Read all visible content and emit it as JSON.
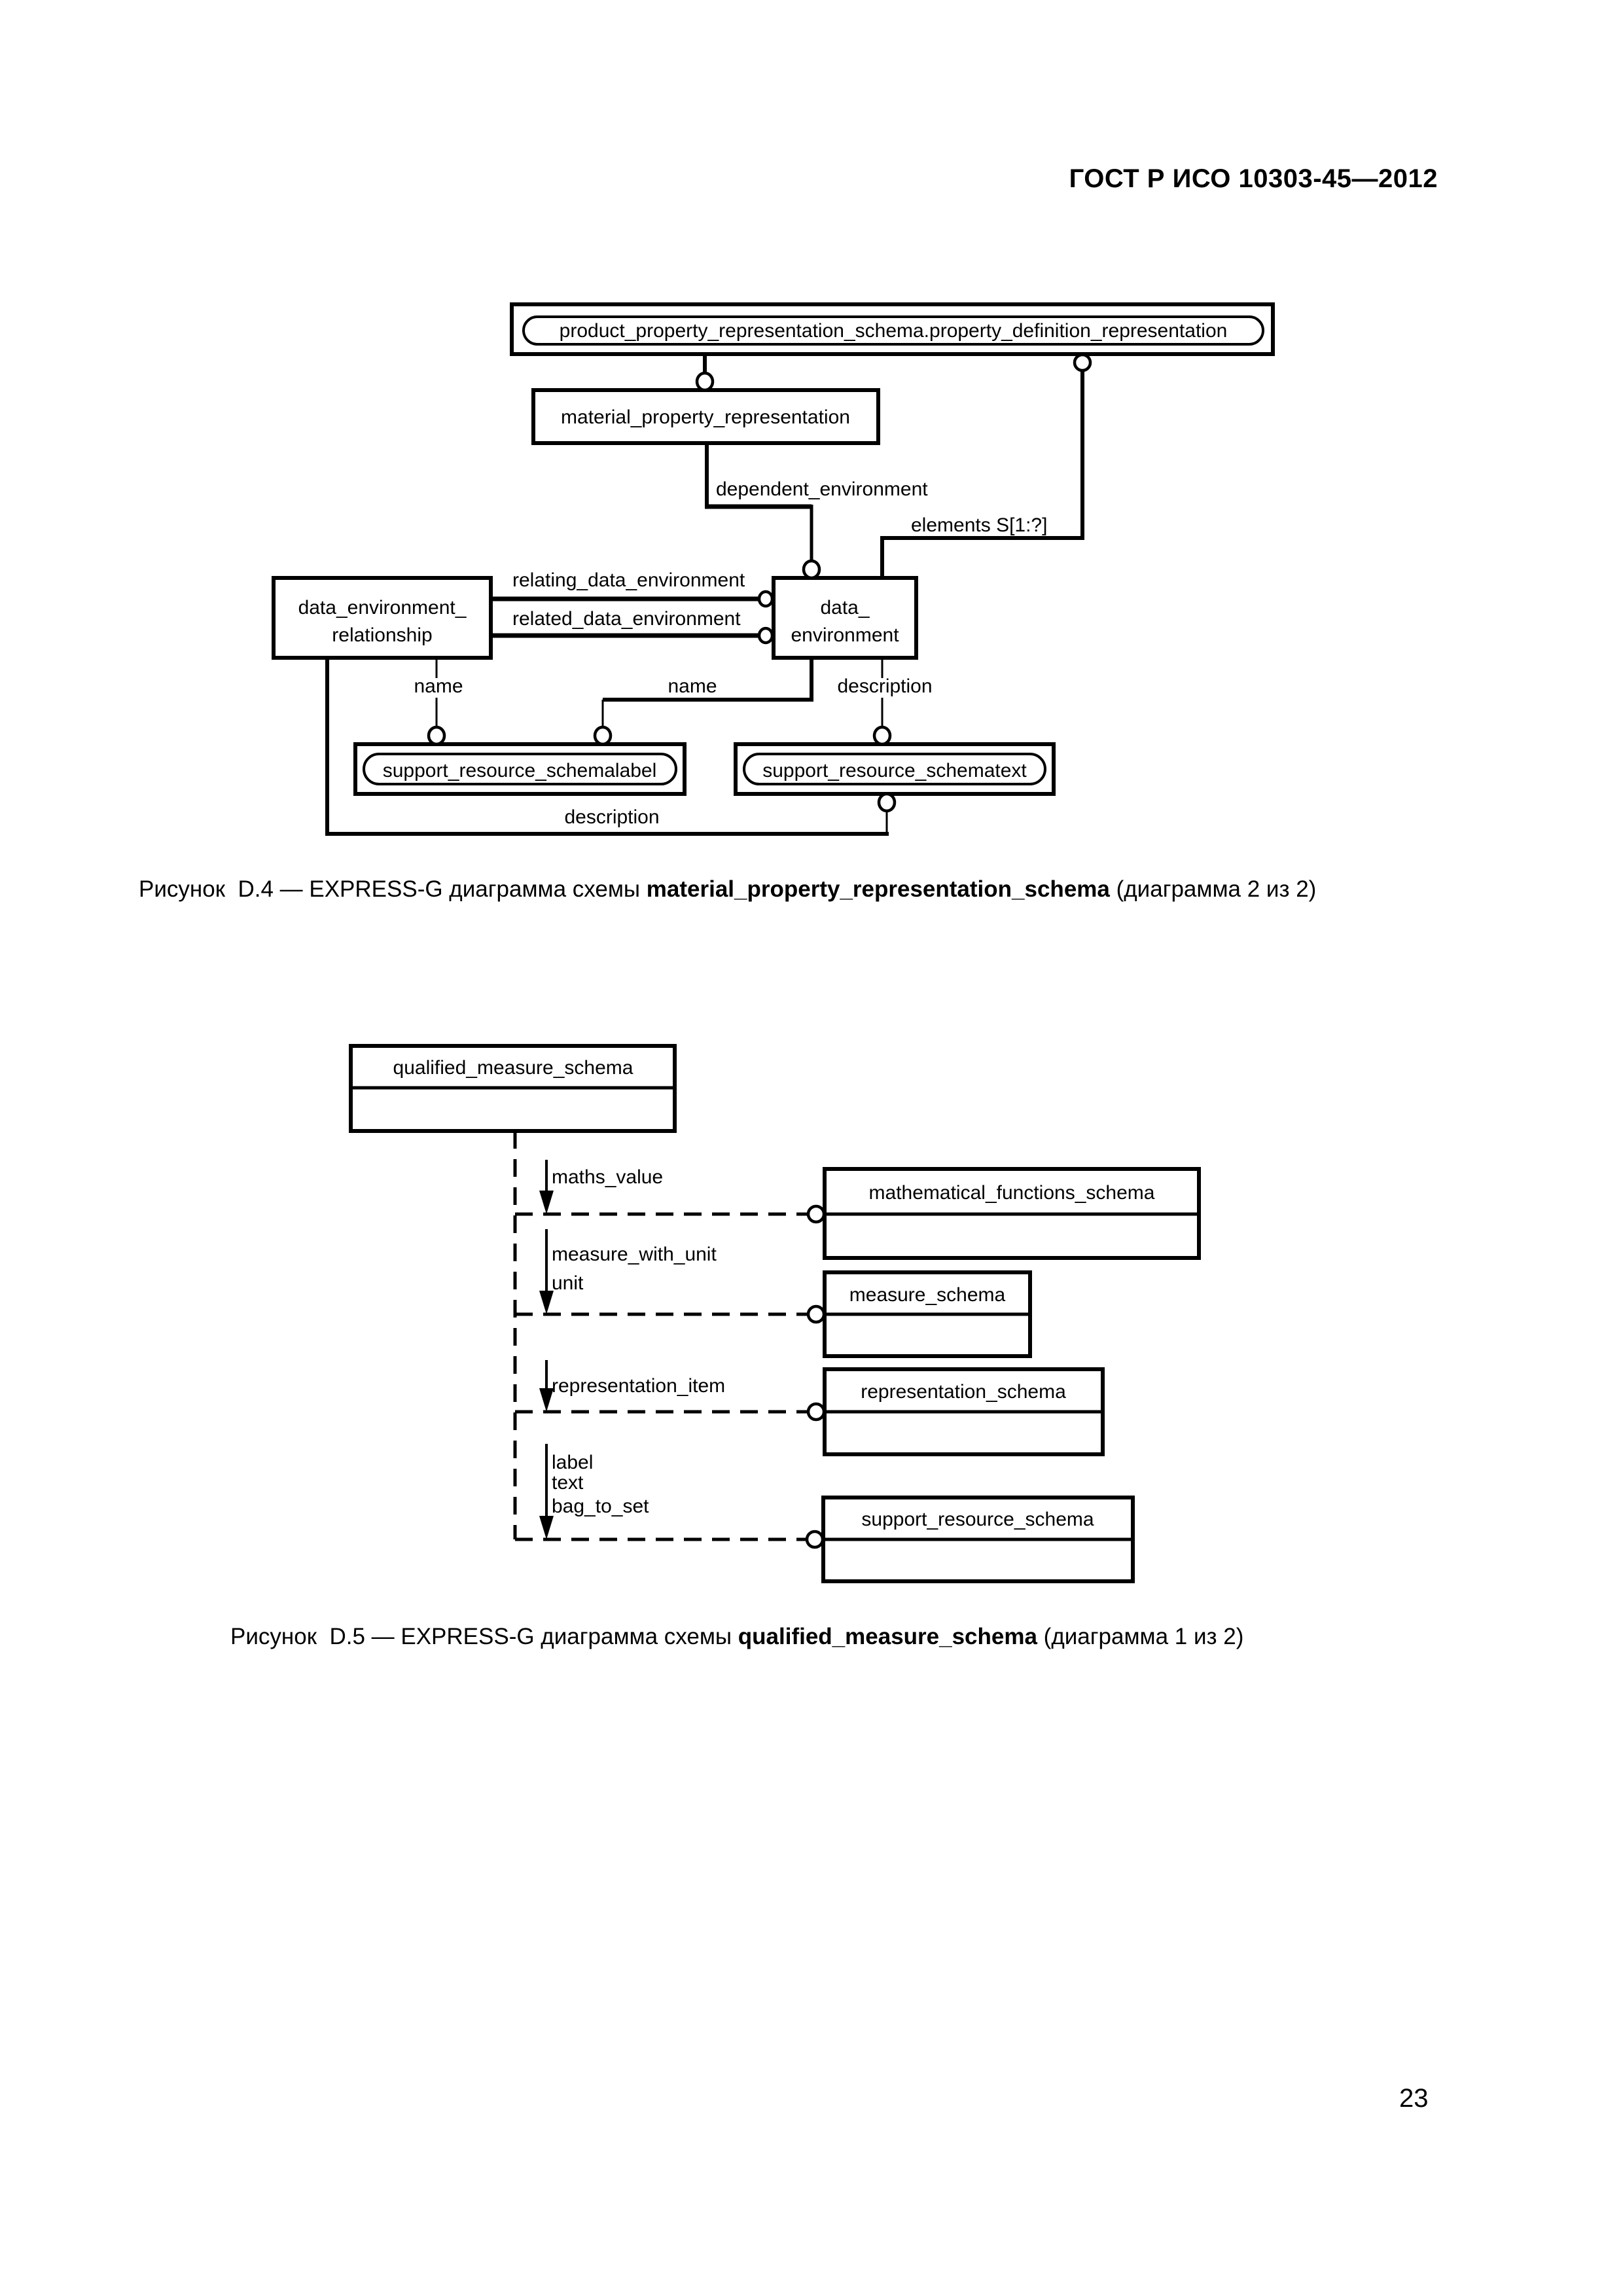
{
  "page": {
    "header": "ГОСТ Р ИСО 10303-45—2012",
    "number": "23"
  },
  "colors": {
    "ink": "#000000",
    "paper": "#ffffff"
  },
  "d4": {
    "caption": {
      "prefix": "Рисунок  D.4 — EXPRESS-G диаграмма схемы ",
      "schema": "material_property_representation_schema",
      "suffix": " (диаграмма 2 из 2)"
    },
    "nodes": {
      "interschema_ref": "product_property_representation_schema.property_definition_representation",
      "material_property_representation": "material_property_representation",
      "data_environment_relationship": {
        "line1": "data_environment_",
        "line2": "relationship"
      },
      "data_environment": {
        "line1": "data_",
        "line2": "environment"
      },
      "schemalabel_ref": "support_resource_schemalabel",
      "schematext_ref": "support_resource_schematext"
    },
    "labels": {
      "dependent_environment": "dependent_environment",
      "elements": "elements S[1:?]",
      "relating_data_environment": "relating_data_environment",
      "related_data_environment": "related_data_environment",
      "name_left": "name",
      "name_middle": "name",
      "description_right": "description",
      "description_bottom": "description"
    }
  },
  "d5": {
    "caption": {
      "prefix": "Рисунок  D.5 — EXPRESS-G диаграмма схемы ",
      "schema": "qualified_measure_schema",
      "suffix": " (диаграмма 1 из 2)"
    },
    "nodes": {
      "qualified_measure_schema": "qualified_measure_schema",
      "mathematical_functions_schema": "mathematical_functions_schema",
      "measure_schema": "measure_schema",
      "representation_schema": "representation_schema",
      "support_resource_schema": "support_resource_schema"
    },
    "labels": {
      "maths_value": "maths_value",
      "measure_with_unit": "measure_with_unit",
      "unit": "unit",
      "representation_item": "representation_item",
      "label": "label",
      "text": "text",
      "bag_to_set": "bag_to_set"
    }
  }
}
